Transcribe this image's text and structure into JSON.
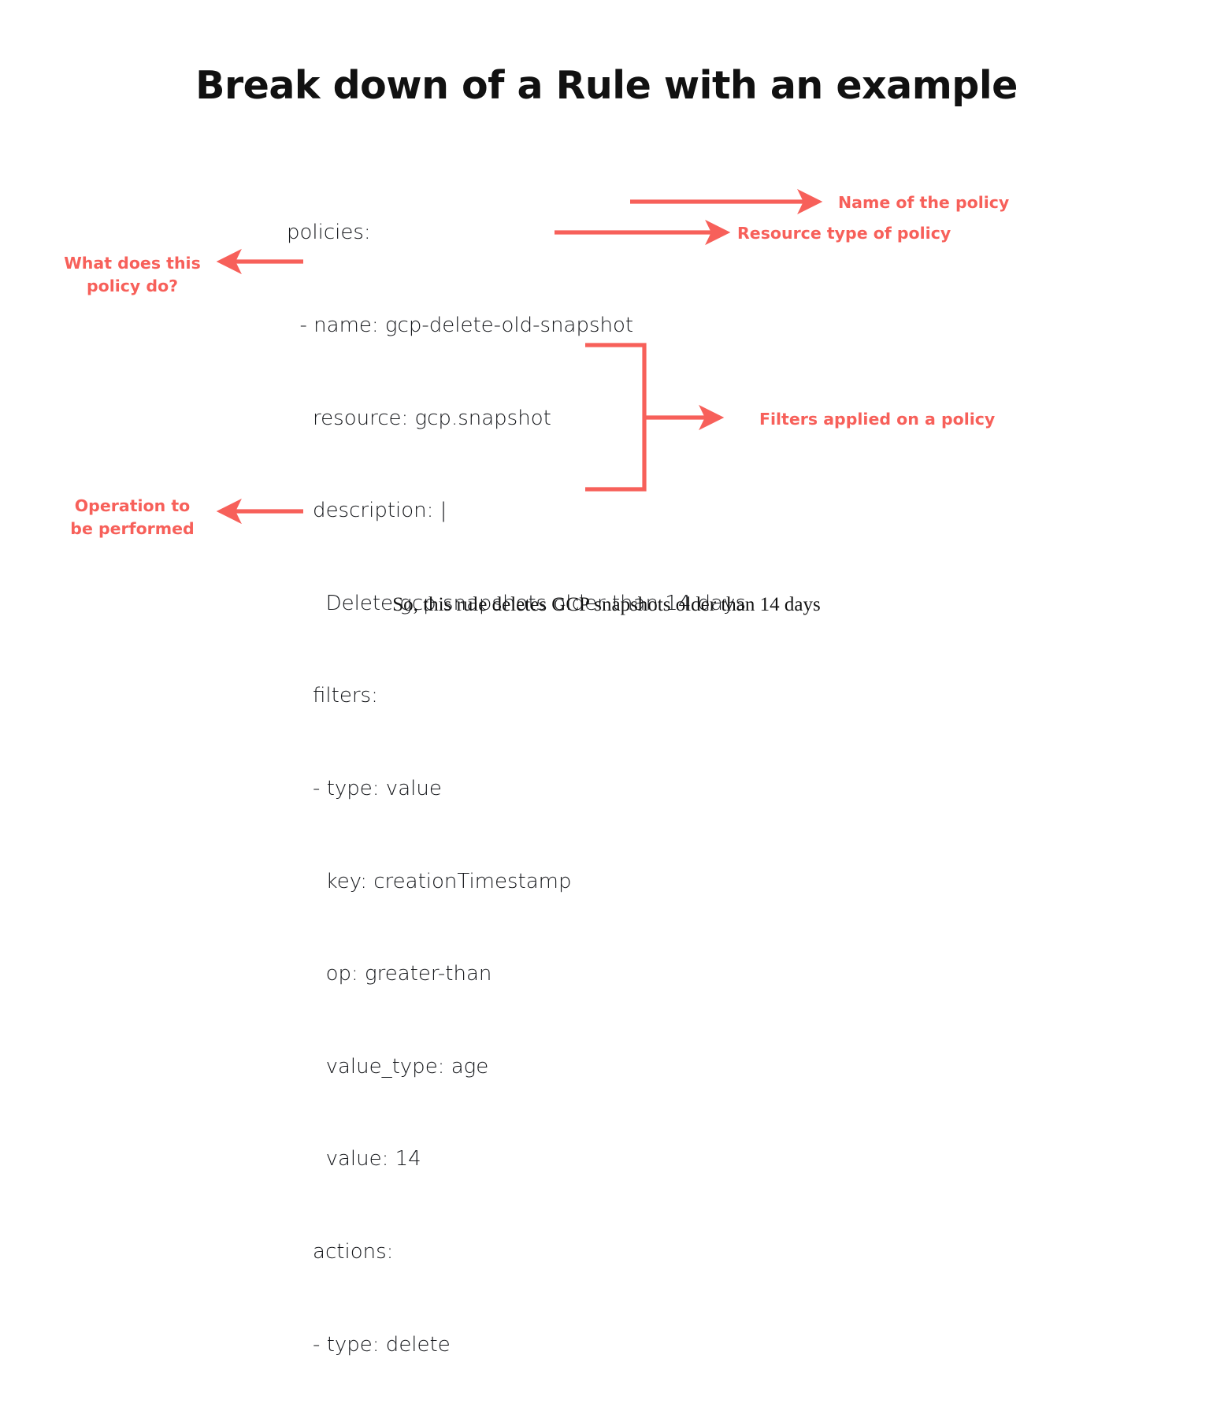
{
  "slide": {
    "title": "Break down of a Rule with an example",
    "caption": "So, this rule deletes GCP snapshots older than 14 days",
    "background_color": "#ffffff",
    "accent_color": "#f7605a",
    "text_color": "#14161a"
  },
  "yaml": {
    "lines": [
      "policies:",
      "  - name: gcp-delete-old-snapshot",
      "    resource: gcp.snapshot",
      "    description: |",
      "      Delete gcp snapshots older than 14 days",
      "    filters:",
      "    - type: value",
      "      key: creationTimestamp",
      "      op: greater-than",
      "      value_type: age",
      "      value: 14",
      "    actions:",
      "    - type: delete"
    ]
  },
  "annotations": {
    "name_of_policy": "Name of the policy",
    "resource_type": "Resource type of policy",
    "filters_applied": "Filters applied on a policy",
    "what_does_policy_do": "What does this\npolicy do?",
    "operation_performed": "Operation to\nbe performed"
  },
  "decorations": {
    "arrow_name_label": "arrow-right",
    "arrow_resource_label": "arrow-right",
    "arrow_description_label": "arrow-left",
    "arrow_actions_label": "arrow-left",
    "filters_bracket": "bracket-right",
    "arrow_filters_label": "arrow-right"
  }
}
